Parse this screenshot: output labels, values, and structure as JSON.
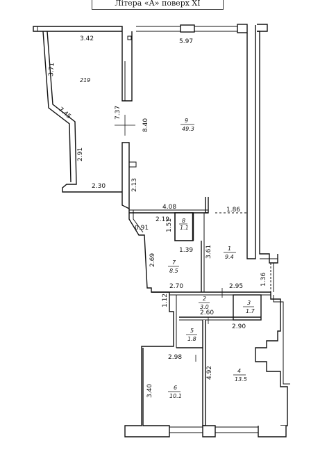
{
  "header": {
    "title": "Літера «А» поверх XI"
  },
  "dimensions": {
    "d342": "3.42",
    "d597": "5.97",
    "d371": "3.71",
    "d745": "7.45",
    "d737": "7.37",
    "d840": "8.40",
    "d291": "2.91",
    "d230": "2.30",
    "d213": "2.13",
    "d408": "4.08",
    "d186": "1.86",
    "d219": "2.19",
    "d091": "0.91",
    "d151": "1.51",
    "d139": "1.39",
    "d361": "3.61",
    "d269": "2.69",
    "d270": "2.70",
    "d295": "2.95",
    "d136": "1.36",
    "d112": "1.12",
    "d260": "2.60",
    "d290": "2.90",
    "d298": "2.98",
    "d492": "4.92",
    "d340": "3.40"
  },
  "rooms": [
    {
      "num": "",
      "area": "219"
    },
    {
      "num": "9",
      "area": "49.3"
    },
    {
      "num": "8",
      "area": "1.1"
    },
    {
      "num": "1",
      "area": "9.4"
    },
    {
      "num": "7",
      "area": "8.5"
    },
    {
      "num": "2",
      "area": "3.0"
    },
    {
      "num": "3",
      "area": "1.7"
    },
    {
      "num": "5",
      "area": "1.8"
    },
    {
      "num": "6",
      "area": "10.1"
    },
    {
      "num": "4",
      "area": "13.5"
    }
  ]
}
